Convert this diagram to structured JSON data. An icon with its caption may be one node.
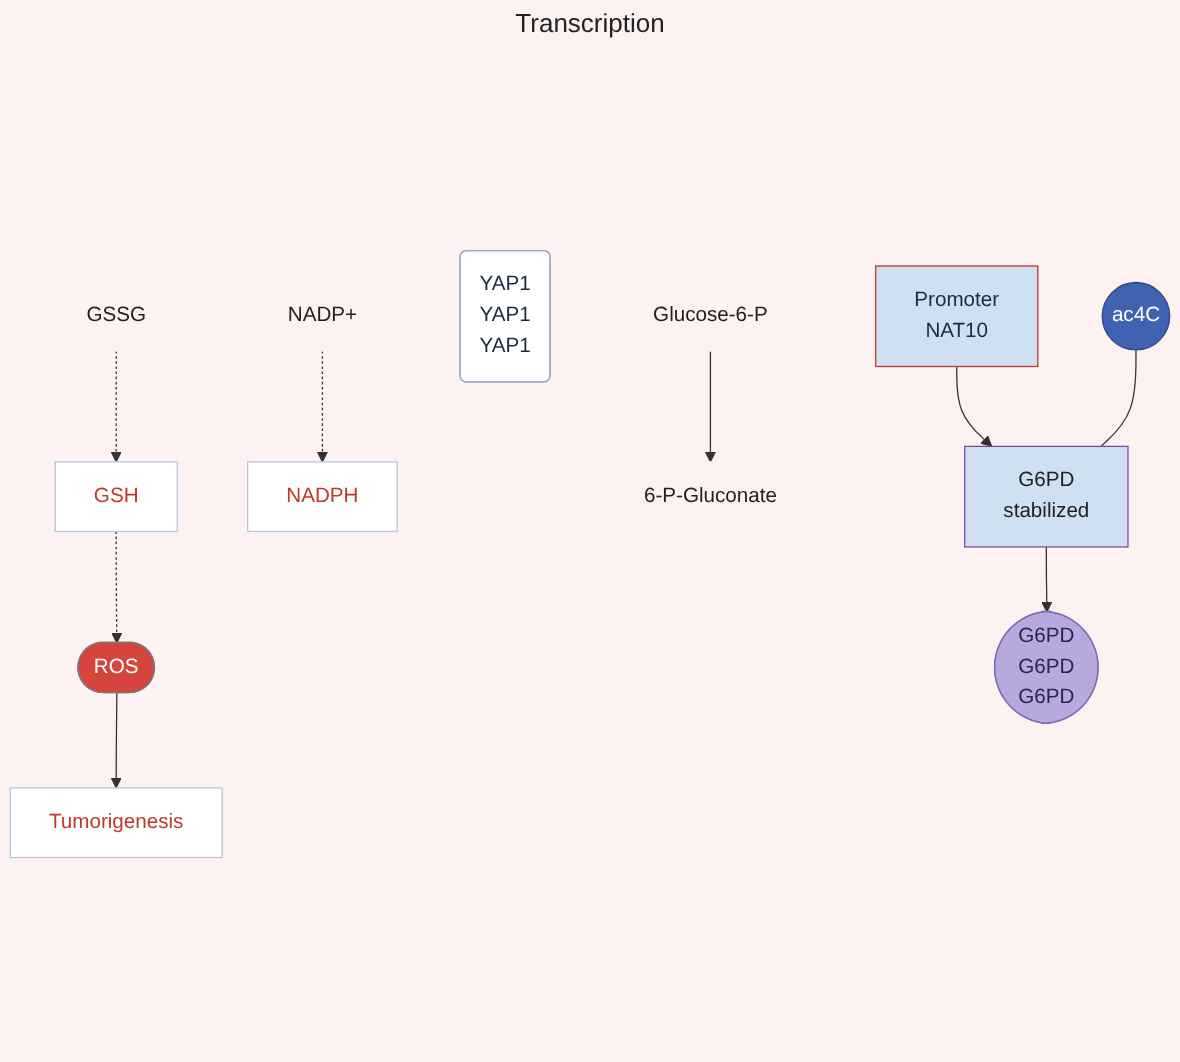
{
  "diagram": {
    "nodes": [
      {
        "text": [
          "Tumorigenesis"
        ]
      },
      {
        "text": [
          "ROS"
        ]
      },
      {
        "text": [
          "GSH"
        ]
      },
      {
        "text": [
          "GSSG"
        ]
      },
      {
        "text": [
          "NADP+"
        ]
      },
      {
        "text": [
          "NADPH"
        ]
      },
      {
        "text": [
          "YAP1",
          "YAP1",
          "YAP1"
        ]
      },
      {
        "text": [
          "Promoter",
          "NAT10"
        ]
      },
      {
        "text": [
          "Glucose-6-P"
        ]
      },
      {
        "text": [
          "6-P-Gluconate"
        ]
      },
      {
        "text": [
          "G6PD",
          "G6PD",
          "G6PD"
        ]
      },
      {
        "text": [
          "ac4C"
        ]
      },
      {
        "text": [
          "G6PD",
          "stabilized"
        ]
      }
    ],
    "edges": [
      {
        "from": 1,
        "to": 0,
        "arrow": "to"
      },
      {
        "from": 2,
        "to": 1,
        "arrow": "to",
        "style": "dashed"
      },
      {
        "from": 3,
        "to": 2,
        "arrow": "to",
        "style": "dashed"
      },
      {
        "from": 4,
        "to": 5,
        "arrow": "to",
        "style": "dashed"
      },
      {
        "from": 8,
        "to": 9,
        "arrow": "to"
      },
      {
        "from": 7,
        "to": 12,
        "arrow": "to"
      },
      {
        "from": 12,
        "to": 10,
        "arrow": "to"
      },
      {
        "from": 11,
        "to": 12,
        "arrow": "none"
      }
    ],
    "labels": [
      "Transcription"
    ]
  }
}
